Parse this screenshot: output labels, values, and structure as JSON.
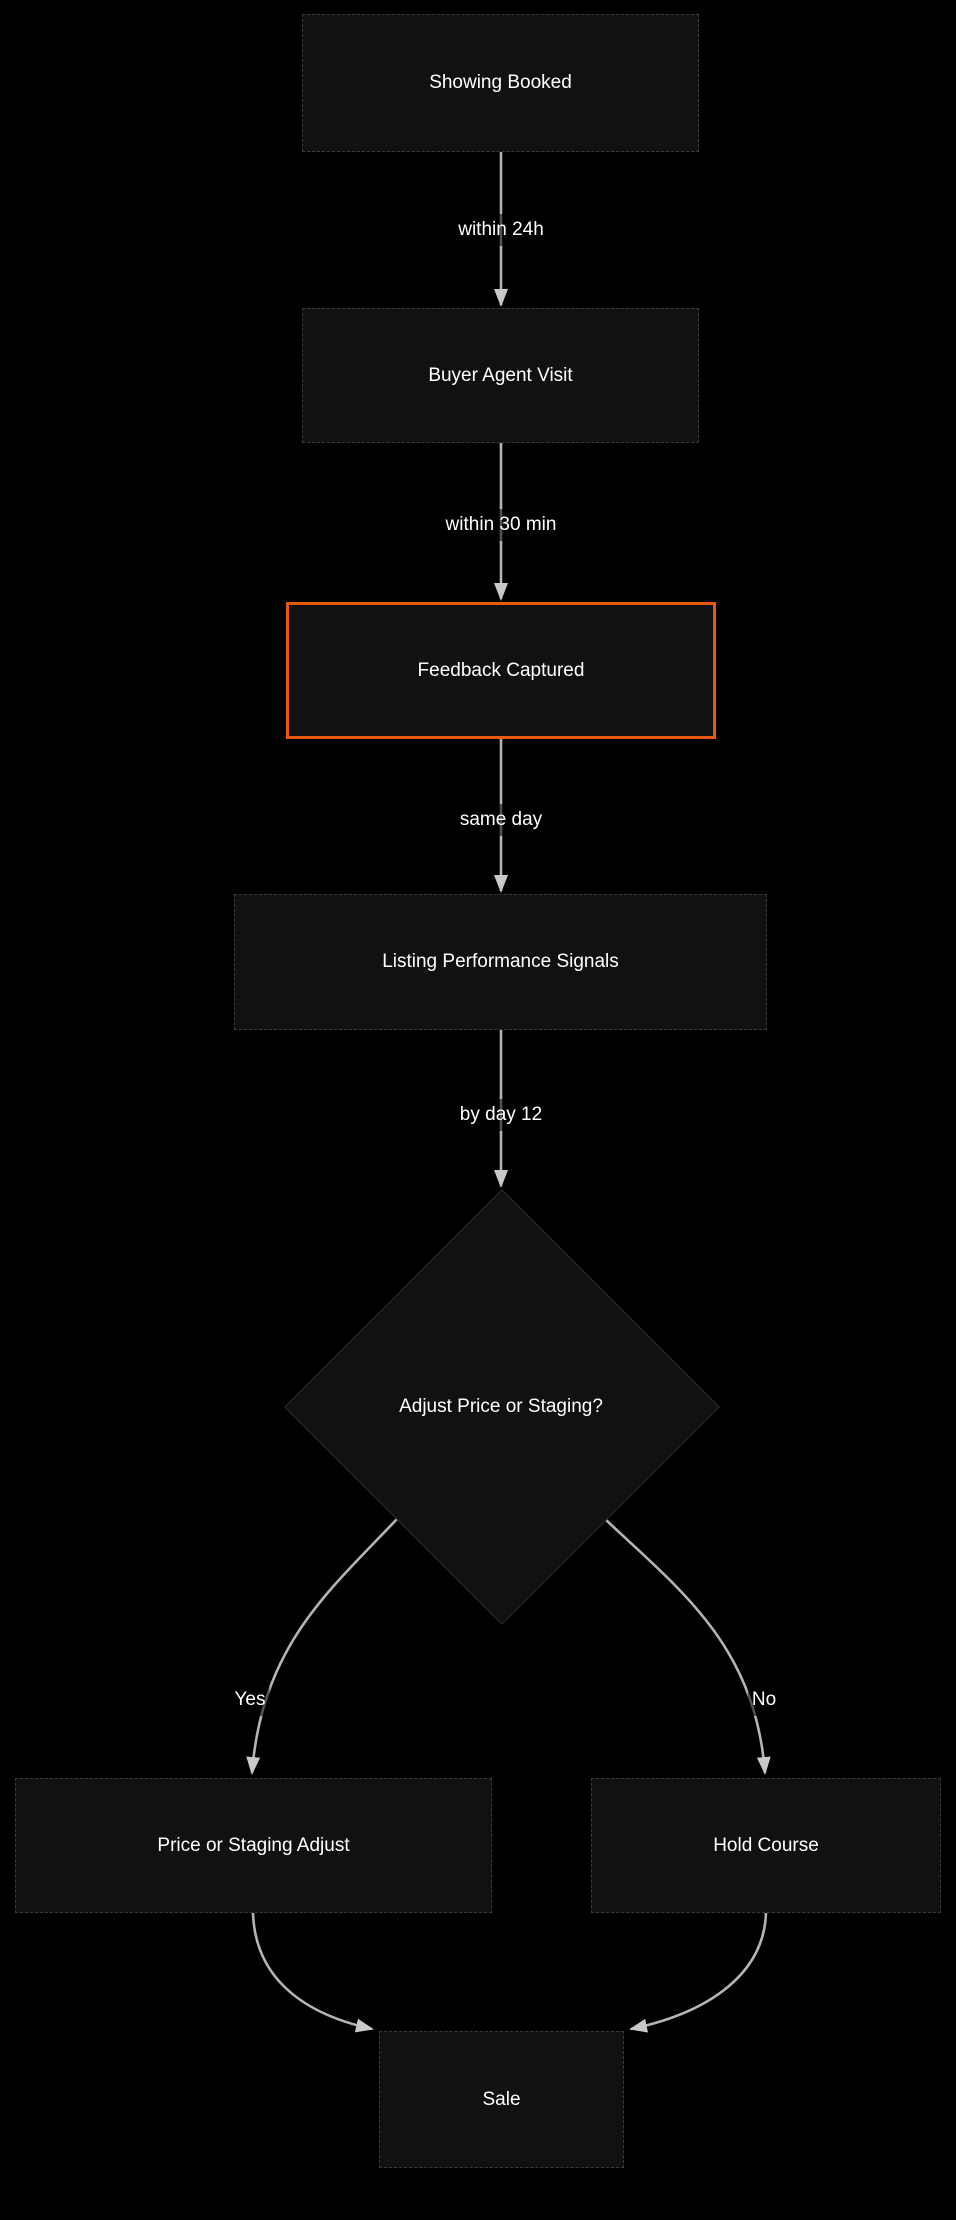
{
  "colors": {
    "background": "#000000",
    "node_fill": "#111111",
    "node_border": "#3a3a3a",
    "highlight_border": "#e8590c",
    "edge_line": "#b4b4b4",
    "arrowhead": "#c9c9c9",
    "text": "#ffffff"
  },
  "flowchart": {
    "nodes": [
      {
        "id": "showing_booked",
        "label": "Showing Booked",
        "shape": "rect",
        "highlighted": false
      },
      {
        "id": "buyer_agent_visit",
        "label": "Buyer Agent Visit",
        "shape": "rect",
        "highlighted": false
      },
      {
        "id": "feedback_captured",
        "label": "Feedback Captured",
        "shape": "rect",
        "highlighted": true
      },
      {
        "id": "listing_performance_signals",
        "label": "Listing Performance Signals",
        "shape": "rect",
        "highlighted": false
      },
      {
        "id": "adjust_price_or_staging",
        "label": "Adjust Price or Staging?",
        "shape": "diamond",
        "highlighted": false
      },
      {
        "id": "price_or_staging_adjust",
        "label": "Price or Staging Adjust",
        "shape": "rect",
        "highlighted": false
      },
      {
        "id": "hold_course",
        "label": "Hold Course",
        "shape": "rect",
        "highlighted": false
      },
      {
        "id": "sale",
        "label": "Sale",
        "shape": "rect",
        "highlighted": false
      }
    ],
    "edges": [
      {
        "from": "showing_booked",
        "to": "buyer_agent_visit",
        "label": "within 24h"
      },
      {
        "from": "buyer_agent_visit",
        "to": "feedback_captured",
        "label": "within 30 min"
      },
      {
        "from": "feedback_captured",
        "to": "listing_performance_signals",
        "label": "same day"
      },
      {
        "from": "listing_performance_signals",
        "to": "adjust_price_or_staging",
        "label": "by day 12"
      },
      {
        "from": "adjust_price_or_staging",
        "to": "price_or_staging_adjust",
        "label": "Yes"
      },
      {
        "from": "adjust_price_or_staging",
        "to": "hold_course",
        "label": "No"
      },
      {
        "from": "price_or_staging_adjust",
        "to": "sale",
        "label": ""
      },
      {
        "from": "hold_course",
        "to": "sale",
        "label": ""
      }
    ]
  }
}
